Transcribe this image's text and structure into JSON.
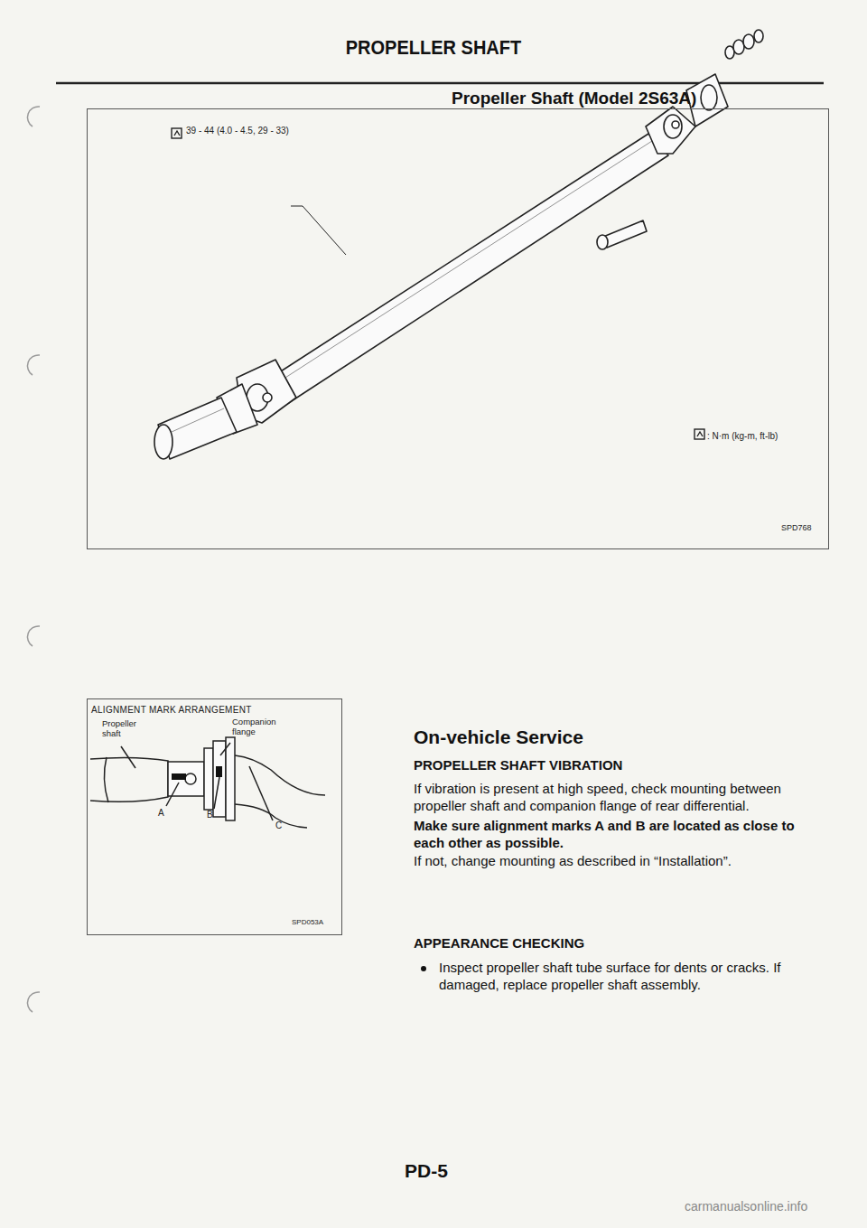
{
  "diagram": {
    "title": "PROPELLER SHAFT",
    "nodes": [
      {
        "text": [
          "39 - 44 (4.0 - 4.5, 29 - 33)",
          ": N·m (kg-m, ft-lb)",
          "SPD768"
        ]
      },
      {
        "text": [
          "ALIGNMENT MARK ARRANGEMENT",
          "Propeller shaft",
          "Companion flange",
          "A",
          "B",
          "C",
          "SPD053A"
        ]
      }
    ],
    "labels": [
      "Propeller Shaft (Model 2S63A)",
      "On-vehicle Service",
      "PROPELLER SHAFT VIBRATION",
      "If vibration is present at high speed, check mounting between propeller shaft and companion flange of rear differential.",
      "Make sure alignment marks A and B are located as close to each other as possible.",
      "If not, change mounting as described in “Installation”.",
      "APPEARANCE CHECKING",
      "Inspect propeller shaft tube surface for dents or cracks. If damaged, replace propeller shaft assembly.",
      "PD-5",
      "carmanualsonline.info"
    ]
  }
}
